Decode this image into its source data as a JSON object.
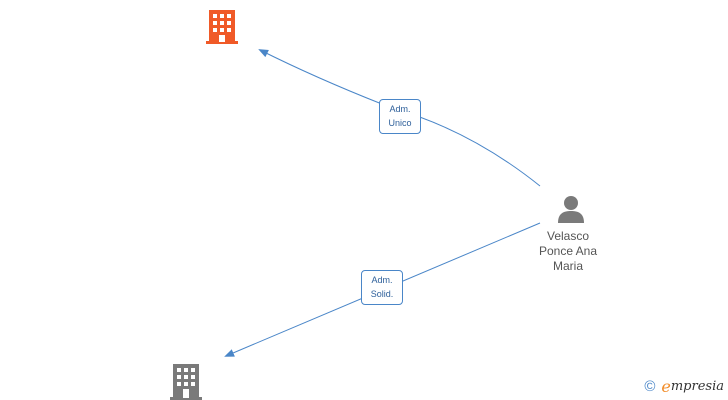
{
  "nodes": {
    "company_top": {
      "icon": "building-icon",
      "color": "#f05a28"
    },
    "company_bottom": {
      "icon": "building-icon",
      "color": "#7a7a7a"
    },
    "person": {
      "icon": "person-icon",
      "color": "#7a7a7a",
      "label_lines": [
        "Velasco",
        "Ponce Ana",
        "Maria"
      ]
    }
  },
  "edges": [
    {
      "from": "person",
      "to": "company_top",
      "label_lines": [
        "Adm.",
        "Unico"
      ]
    },
    {
      "from": "person",
      "to": "company_bottom",
      "label_lines": [
        "Adm.",
        "Solid."
      ]
    }
  ],
  "colors": {
    "edge": "#4a86c8"
  },
  "watermark": {
    "copyright": "©",
    "e_letter": "e",
    "brand": "mpresia"
  }
}
